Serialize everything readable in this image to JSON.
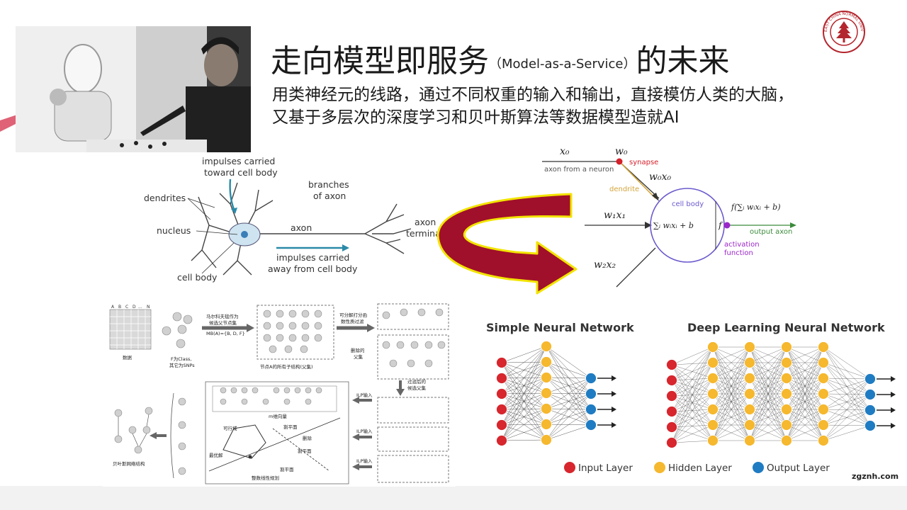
{
  "slide": {
    "title_main": "走向模型即服务",
    "title_paren": "（Model-as-a-Service）",
    "title_tail": "的未来",
    "subtitle_line1": "用类神经元的线路，通过不同权重的输入和输出，直接模仿人类的大脑，",
    "subtitle_line2": "又基于多层次的深度学习和贝叶斯算法等数据模型造就AI"
  },
  "logo": {
    "text": "EAST CHINA NORMAL UNIVERSITY",
    "color": "#b4262e"
  },
  "neuron_diagram": {
    "impulses_toward": [
      "impulses carried",
      "toward cell body"
    ],
    "branches": [
      "branches",
      "of axon"
    ],
    "dendrites": "dendrites",
    "nucleus": "nucleus",
    "axon": "axon",
    "axon_terminals": [
      "axon",
      "termina"
    ],
    "impulses_away": [
      "impulses carried",
      "away from cell body"
    ],
    "cell_body": "cell body"
  },
  "math_neuron": {
    "x0": "x₀",
    "w0": "w₀",
    "synapse": "synapse",
    "axon_from_neuron": "axon from a neuron",
    "w0x0": "w₀x₀",
    "dendrite": "dendrite",
    "cell_body": "cell body",
    "w1x1": "w₁x₁",
    "sum": "∑ᵢ wᵢxᵢ + b",
    "f": "f",
    "f_sum": "f(∑ᵢ wᵢxᵢ + b)",
    "output_axon": "output axon",
    "activation": [
      "activation",
      "function"
    ],
    "w2x2": "w₂x₂"
  },
  "bayes_diagram": {
    "data": "数据",
    "markov": [
      "马尔科夫毯作为",
      "候选父节点集"
    ],
    "mb": "MB(A)={B, D, F}",
    "f_class": [
      "F为Class,",
      "其它为SNPs"
    ],
    "subsets": "节点A的所有子结构(父集)",
    "decomposable": [
      "可分解打分函",
      "数性质过滤"
    ],
    "deleted": [
      "删除的",
      "父集"
    ],
    "filtered": [
      "过滤后的",
      "候选父集"
    ],
    "ilp1": "ILP输入",
    "ilp2": "ILP输入",
    "ilp3": "ILP输入",
    "m_vector": "m维向量",
    "feasible": "可行域",
    "cut1": "割平面",
    "delete": "删除",
    "cut2": "割平面",
    "optimal": "最优解",
    "cut3": "割平面",
    "integer_lp": "整数线性规划",
    "bayes_structure": "贝叶斯网络结构",
    "grid_cols": [
      "A",
      "B",
      "C",
      "D",
      "...",
      "N"
    ]
  },
  "nn_diagram": {
    "simple_title": "Simple Neural Network",
    "deep_title": "Deep Learning Neural Network",
    "legend": [
      {
        "label": "Input Layer",
        "color": "#d7262d"
      },
      {
        "label": "Hidden Layer",
        "color": "#f5b82e"
      },
      {
        "label": "Output Layer",
        "color": "#1f7cc2"
      }
    ],
    "watermark": "zgznh.com"
  },
  "colors": {
    "arrow_fill": "#a0102a",
    "arrow_outline": "#f2e400",
    "accent": "#d9465e"
  }
}
